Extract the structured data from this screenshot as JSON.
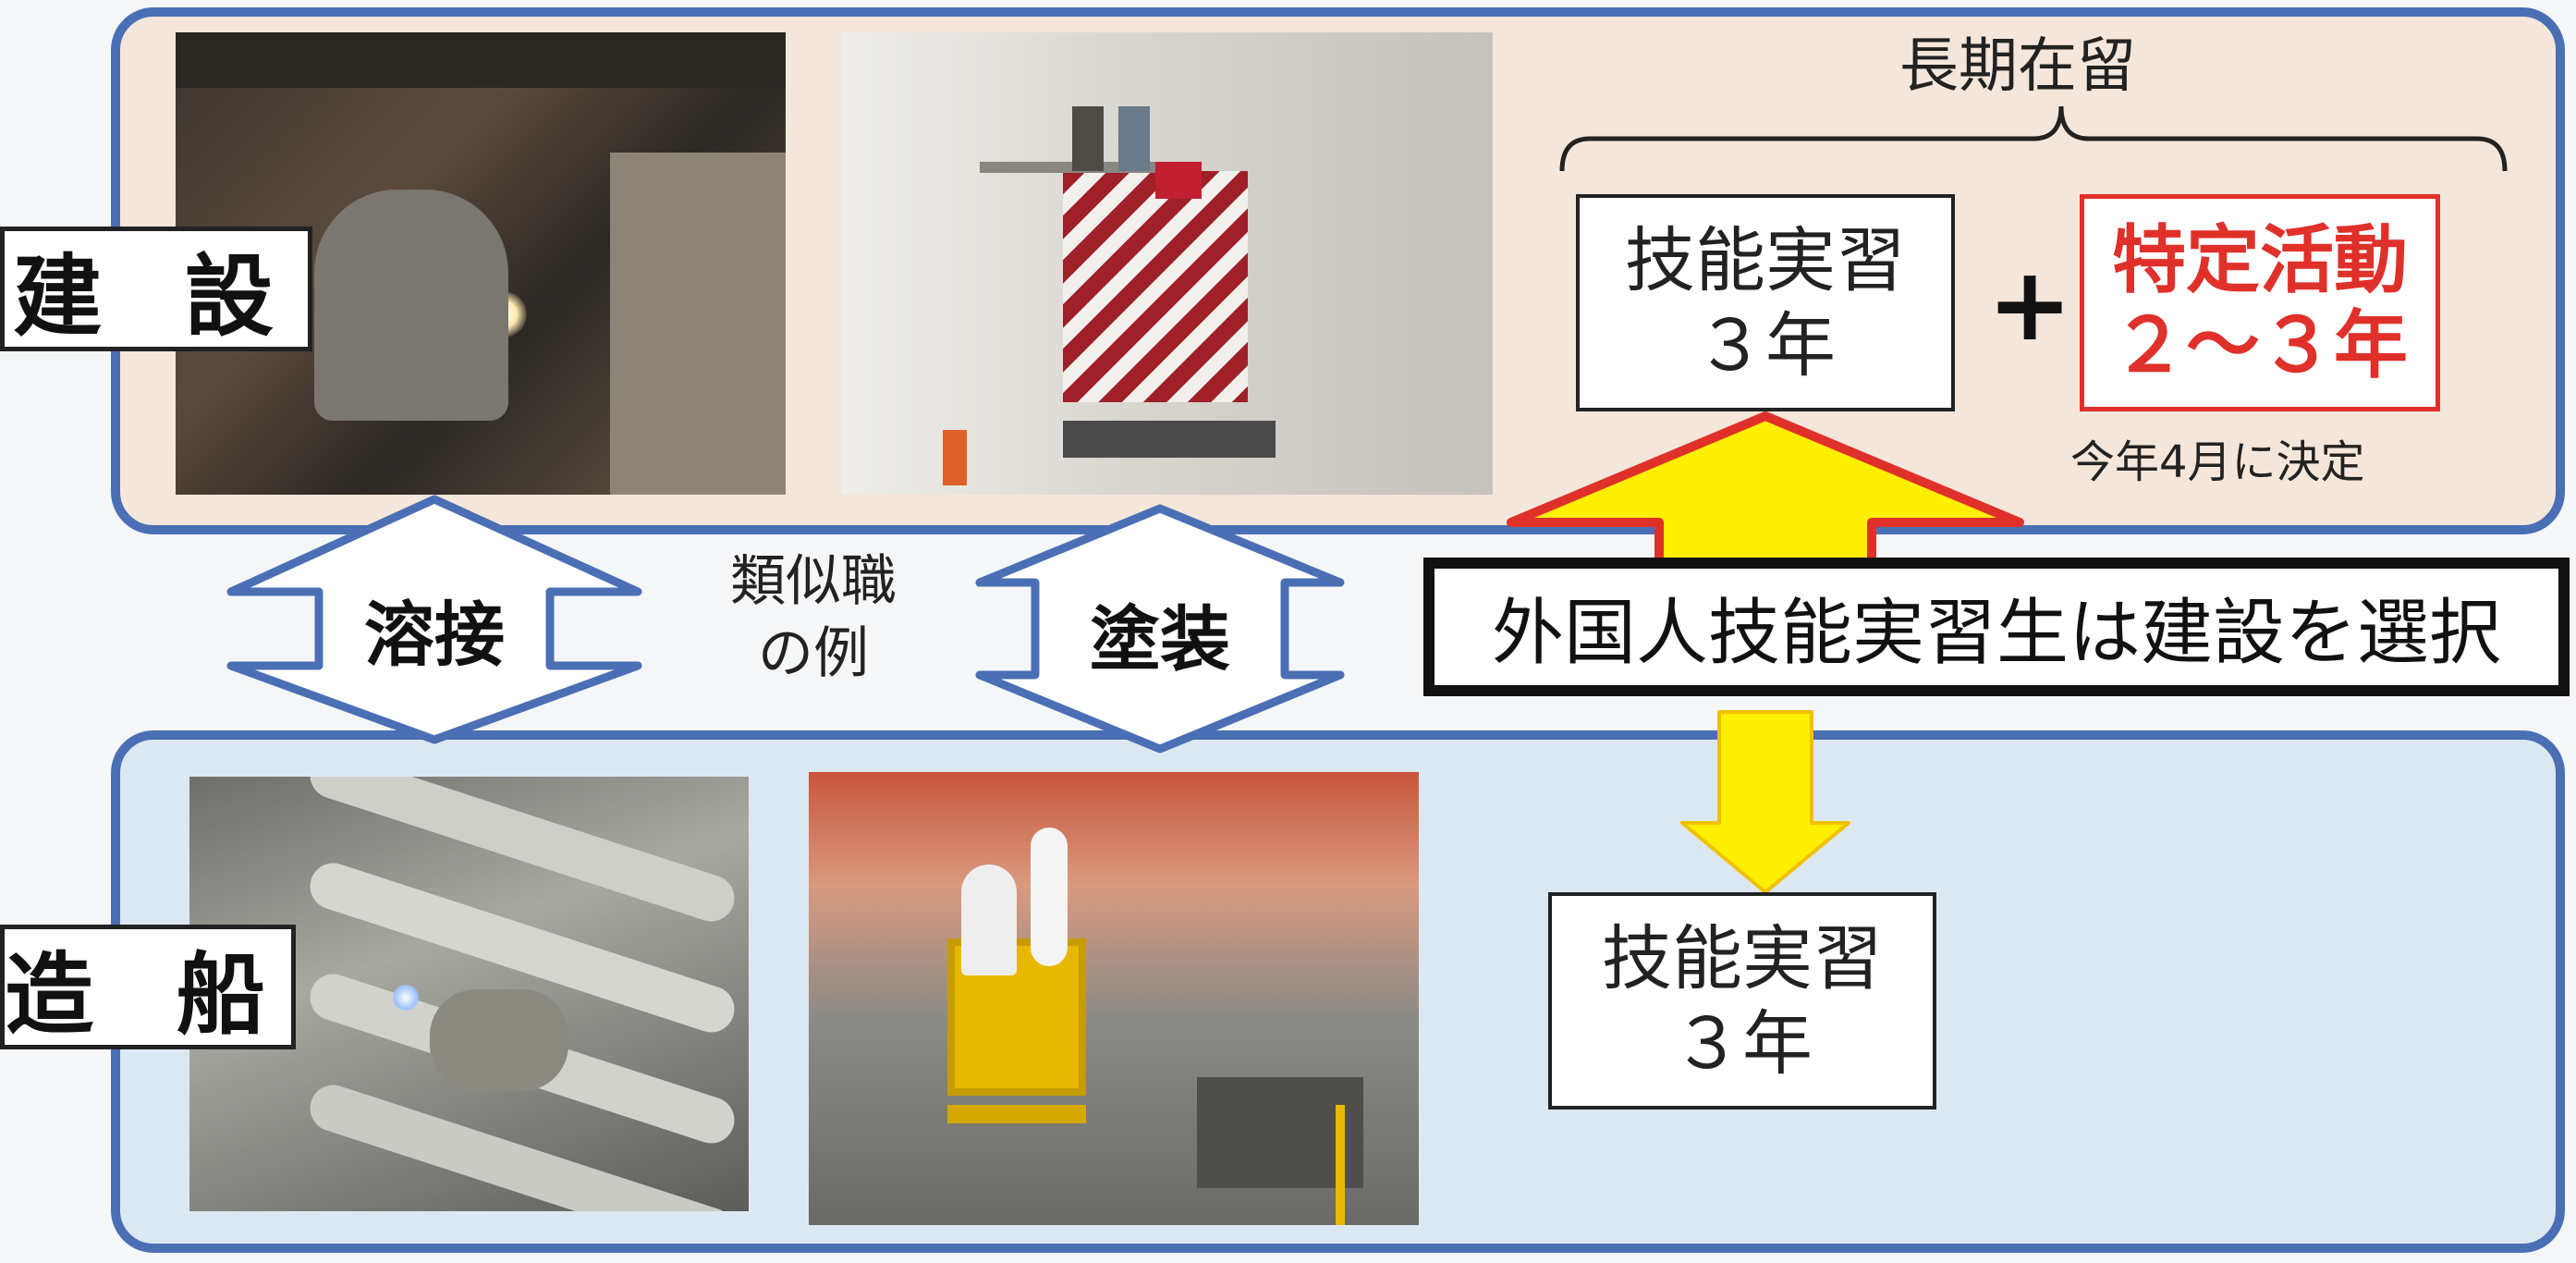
{
  "industries": {
    "construction": "建 設",
    "shipbuilding": "造 船"
  },
  "stay": {
    "long_term_label": "長期在留",
    "skill_training_line1": "技能実習",
    "skill_training_line2": "３年",
    "plus": "+",
    "specific_activity_line1": "特定活動",
    "specific_activity_line2": "２～３年",
    "decision_note": "今年4月に決定"
  },
  "shipbuilding_box": {
    "line1": "技能実習",
    "line2": "３年"
  },
  "similar_jobs": {
    "welding": "溶接",
    "painting": "塗装",
    "caption_line1": "類似職",
    "caption_line2": "の例"
  },
  "callout": "外国人技能実習生は建設を選択",
  "colors": {
    "panel_border": "#4a6fb5",
    "top_panel_bg": "#f4e6da",
    "bottom_panel_bg": "#dce8f1",
    "accent_red": "#e0302a",
    "arrow_yellow": "#ffef00"
  }
}
